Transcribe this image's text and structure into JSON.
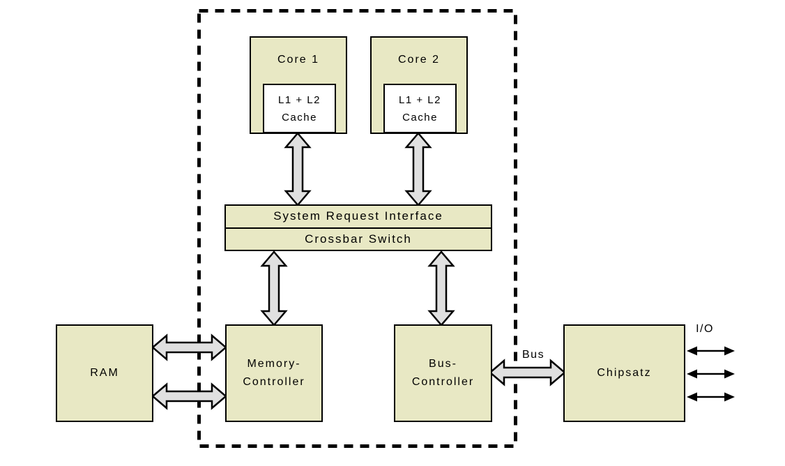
{
  "diagram": {
    "nodes": {
      "core1": {
        "label": "Core 1",
        "cache": {
          "line1": "L1 + L2",
          "line2": "Cache"
        }
      },
      "core2": {
        "label": "Core 2",
        "cache": {
          "line1": "L1 + L2",
          "line2": "Cache"
        }
      },
      "system_request_interface": {
        "label": "System Request Interface"
      },
      "crossbar_switch": {
        "label": "Crossbar Switch"
      },
      "ram": {
        "label": "RAM"
      },
      "memory_controller": {
        "line1": "Memory-",
        "line2": "Controller"
      },
      "bus_controller": {
        "line1": "Bus-",
        "line2": "Controller"
      },
      "chipsatz": {
        "label": "Chipsatz"
      }
    },
    "edge_labels": {
      "bus": "Bus",
      "io": "I/O"
    },
    "colors": {
      "node_fill": "#e8e8c4",
      "arrow_fill": "#e0e0e0",
      "outline": "#000000",
      "background": "#ffffff"
    }
  }
}
